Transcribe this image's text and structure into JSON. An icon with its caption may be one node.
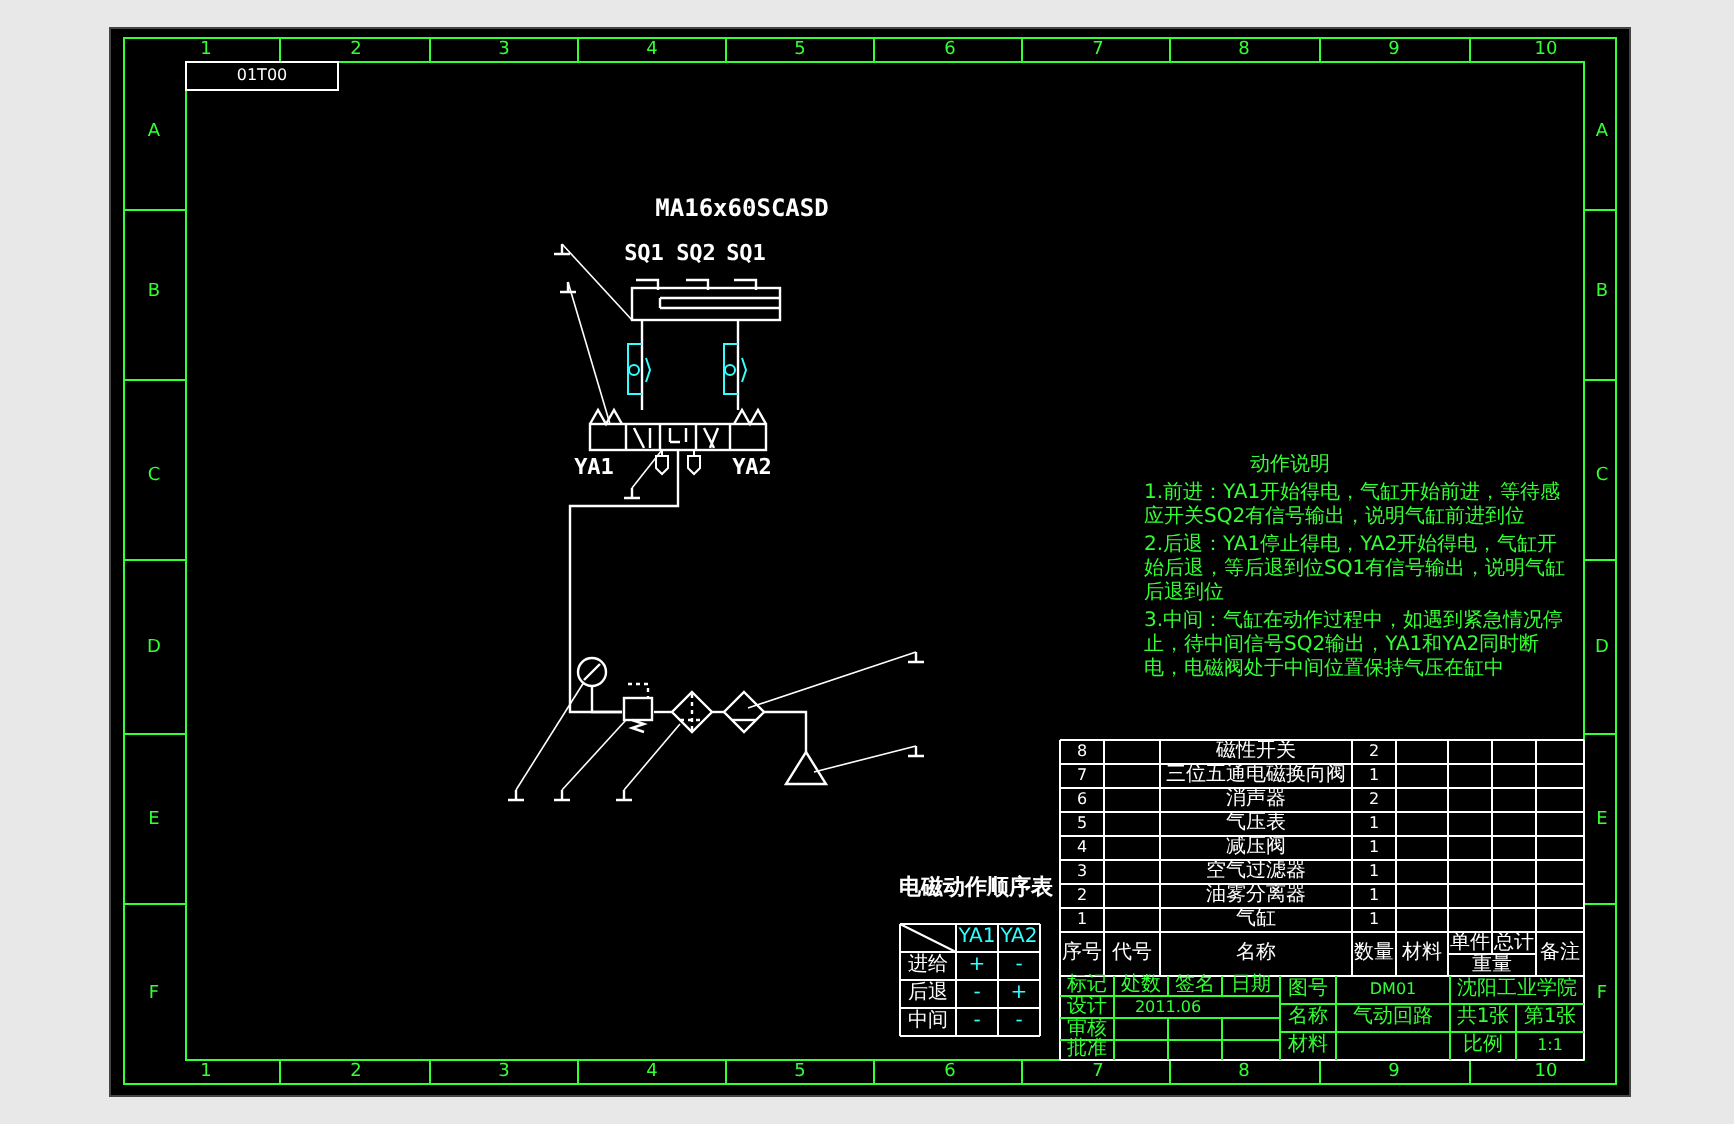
{
  "diagram": {
    "title": "电磁动作顺序表",
    "nodes": [
      {
        "text": [],
        "shape": "cylinder",
        "beside": [
          "MA16x60SCASD"
        ]
      },
      {
        "text": [],
        "shape": "box",
        "beside": [
          "YA1",
          "YA2"
        ]
      },
      {
        "text": [],
        "shape": "circle"
      },
      {
        "text": [],
        "shape": "box"
      },
      {
        "text": [],
        "shape": "diamond"
      },
      {
        "text": [],
        "shape": "diamond"
      },
      {
        "text": [],
        "shape": "triangle"
      },
      {
        "text": [],
        "shape": "bar"
      },
      {
        "text": [],
        "shape": "bar"
      },
      {
        "text": [],
        "shape": "bar"
      },
      {
        "text": [],
        "shape": "bar"
      },
      {
        "text": [],
        "shape": "bar"
      },
      {
        "text": [],
        "shape": "bar"
      },
      {
        "text": [],
        "shape": "bar"
      },
      {
        "text": [],
        "shape": "bar"
      }
    ],
    "edges": [
      {
        "from": 1,
        "to": 0,
        "arrow": "none"
      },
      {
        "from": 1,
        "to": 0,
        "arrow": "none"
      },
      {
        "from": 3,
        "to": 1,
        "arrow": "none"
      },
      {
        "from": 4,
        "to": 3,
        "arrow": "none"
      },
      {
        "from": 5,
        "to": 4,
        "arrow": "none"
      },
      {
        "from": 6,
        "to": 5,
        "arrow": "none"
      },
      {
        "from": 2,
        "to": 3,
        "arrow": "none"
      },
      {
        "from": 7,
        "to": 0,
        "arrow": "none"
      },
      {
        "from": 8,
        "to": 1,
        "arrow": "none"
      },
      {
        "from": 9,
        "to": 1,
        "arrow": "none"
      },
      {
        "from": 10,
        "to": 5,
        "arrow": "none"
      },
      {
        "from": 11,
        "to": 6,
        "arrow": "none"
      },
      {
        "from": 12,
        "to": 2,
        "arrow": "none"
      },
      {
        "from": 13,
        "to": 3,
        "arrow": "none"
      },
      {
        "from": 14,
        "to": 4,
        "arrow": "none"
      }
    ],
    "labels": [
      "1",
      "2",
      "3",
      "4",
      "5",
      "6",
      "7",
      "8",
      "9",
      "10",
      "A",
      "B",
      "C",
      "D",
      "E",
      "F",
      "A",
      "B",
      "C",
      "D",
      "E",
      "F",
      "01T00",
      "SQ1",
      "SQ2",
      "SQ1",
      "动作说明",
      "1.前进：YA1开始得电，气缸开始前进，等待感应开关SQ2有信号输出，说明气缸前进到位",
      "2.后退：YA1停止得电，YA2开始得电，气缸开始后退，等后退到位SQ1有信号输出，说明气缸后退到位",
      "3.中间：气缸在动作过程中，如遇到紧急情况停止，待中间信号SQ2输出，YA1和YA2同时断电，电磁阀处于中间位置保持气压在缸中",
      "YA1",
      "YA2",
      "进给",
      "+",
      "-",
      "后退",
      "-",
      "+",
      "中间",
      "-",
      "-",
      "8",
      "磁性开关",
      "2",
      "7",
      "三位五通电磁换向阀",
      "1",
      "6",
      "消声器",
      "2",
      "5",
      "气压表",
      "1",
      "4",
      "减压阀",
      "1",
      "3",
      "空气过滤器",
      "1",
      "2",
      "油雾分离器",
      "1",
      "1",
      "气缸",
      "1",
      "序号",
      "代号",
      "名称",
      "数量",
      "材料",
      "单件",
      "总计",
      "重量",
      "备注",
      "标记",
      "处数",
      "签名",
      "日期",
      "设计",
      "2011.06",
      "审核",
      "批准",
      "图号",
      "DM01",
      "名称",
      "气动回路",
      "材料",
      "沈阳工业学院",
      "共1张",
      "第1张",
      "比例",
      "1:1",
      "1",
      "2",
      "3",
      "4",
      "5",
      "6",
      "7",
      "8",
      "9",
      "10"
    ]
  }
}
